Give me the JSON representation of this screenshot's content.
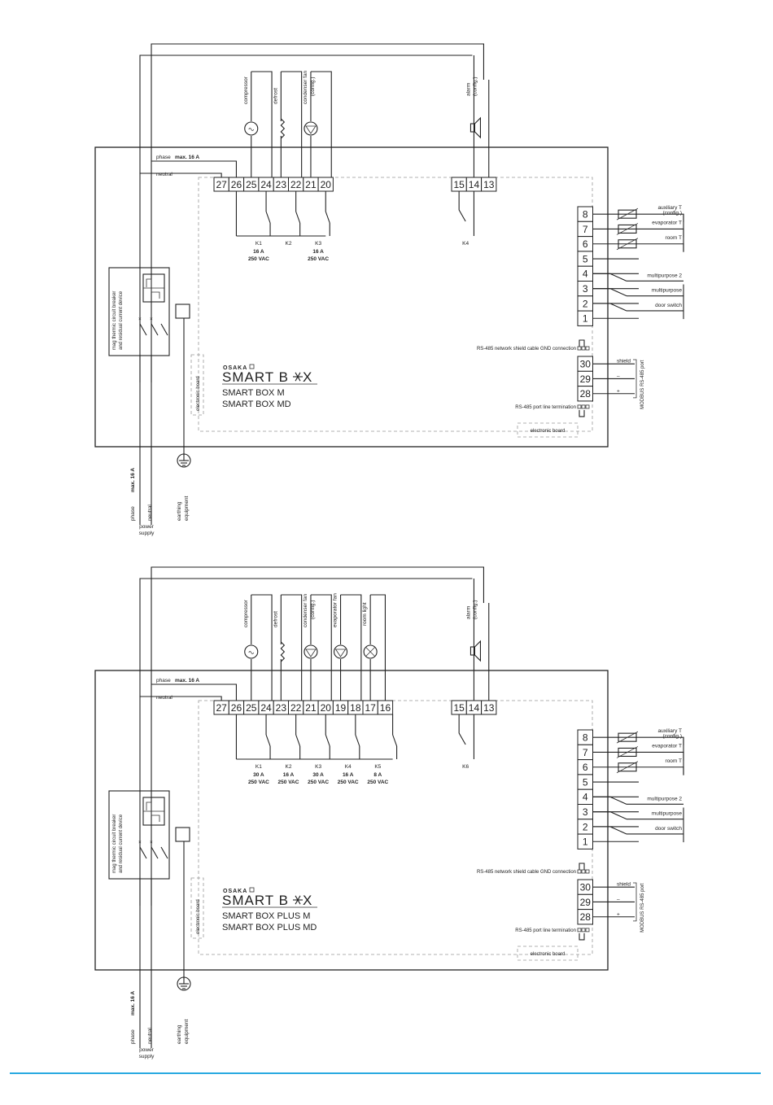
{
  "colors": {
    "accent": "#29a9e1",
    "line": "#222222"
  },
  "diagrams": [
    {
      "model_lines": [
        "SMART BOX M",
        "SMART BOX MD"
      ],
      "logo_top": "OSAKA",
      "logo_main": "SMART B",
      "logo_end": "X",
      "phase_label": "phase",
      "phase_max": "max. 16 A",
      "neutral_label": "neutral",
      "loads": [
        {
          "label": "compressor",
          "sub": "",
          "symbol": "motor"
        },
        {
          "label": "defrost",
          "sub": "",
          "symbol": "resistor"
        },
        {
          "label": "condenser fan",
          "sub": "(config.)",
          "symbol": "fan"
        }
      ],
      "alarm_label": "alarm",
      "alarm_sub": "(config.)",
      "top_terminals": [
        "27",
        "26",
        "25",
        "24",
        "23",
        "22",
        "21",
        "20",
        "15",
        "14",
        "13"
      ],
      "relays": [
        {
          "name": "K1",
          "amps": "16 A",
          "volts": "250 VAC"
        },
        {
          "name": "K2",
          "amps": "",
          "volts": ""
        },
        {
          "name": "K3",
          "amps": "16 A",
          "volts": "250 VAC"
        }
      ],
      "alarm_relay": "K4",
      "right_terminals": [
        "8",
        "7",
        "6",
        "5",
        "4",
        "3",
        "2",
        "1"
      ],
      "sensors": [
        {
          "label": "auxiliary T",
          "sub": "(config.)"
        },
        {
          "label": "evaporator T",
          "sub": ""
        },
        {
          "label": "room T",
          "sub": ""
        }
      ],
      "inputs": [
        "multipurpose 2",
        "multipurpose",
        "door switch"
      ],
      "rs485_gnd": "RS-485 network shield cable GND connection",
      "rs485_term": "RS-485 port line termination",
      "rs_terminals": [
        "30",
        "29",
        "28"
      ],
      "rs_signals": [
        "shield",
        "–",
        "+"
      ],
      "modbus": "MODBUS RS-485 port",
      "breaker": [
        "mag thermic circuit breaker",
        "and residual current device"
      ],
      "electronic_board": "electronic board",
      "supply_labels": [
        "phase",
        "neutral"
      ],
      "supply_max": "max. 16 A",
      "power_supply": [
        "power",
        "supply"
      ],
      "earthing": [
        "earthing",
        "equipment"
      ]
    },
    {
      "model_lines": [
        "SMART BOX PLUS M",
        "SMART BOX PLUS MD"
      ],
      "logo_top": "OSAKA",
      "logo_main": "SMART B",
      "logo_end": "X",
      "phase_label": "phase",
      "phase_max": "max. 16 A",
      "neutral_label": "neutral",
      "loads": [
        {
          "label": "compressor",
          "sub": "",
          "symbol": "motor"
        },
        {
          "label": "defrost",
          "sub": "",
          "symbol": "resistor"
        },
        {
          "label": "condenser fan",
          "sub": "(config.)",
          "symbol": "fan"
        },
        {
          "label": "evaporator fan",
          "sub": "",
          "symbol": "fan"
        },
        {
          "label": "room light",
          "sub": "",
          "symbol": "lamp"
        }
      ],
      "alarm_label": "alarm",
      "alarm_sub": "(config.)",
      "top_terminals": [
        "27",
        "26",
        "25",
        "24",
        "23",
        "22",
        "21",
        "20",
        "19",
        "18",
        "17",
        "16",
        "15",
        "14",
        "13"
      ],
      "relays": [
        {
          "name": "K1",
          "amps": "30 A",
          "volts": "250 VAC"
        },
        {
          "name": "K2",
          "amps": "16 A",
          "volts": "250 VAC"
        },
        {
          "name": "K3",
          "amps": "30 A",
          "volts": "250 VAC"
        },
        {
          "name": "K4",
          "amps": "16 A",
          "volts": "250 VAC"
        },
        {
          "name": "K5",
          "amps": "8 A",
          "volts": "250 VAC"
        }
      ],
      "alarm_relay": "K6",
      "right_terminals": [
        "8",
        "7",
        "6",
        "5",
        "4",
        "3",
        "2",
        "1"
      ],
      "sensors": [
        {
          "label": "auxiliary T",
          "sub": "(config.)"
        },
        {
          "label": "evaporator T",
          "sub": ""
        },
        {
          "label": "room T",
          "sub": ""
        }
      ],
      "inputs": [
        "multipurpose 2",
        "multipurpose",
        "door switch"
      ],
      "rs485_gnd": "RS-485 network shield cable GND connection",
      "rs485_term": "RS-485 port line termination",
      "rs_terminals": [
        "30",
        "29",
        "28"
      ],
      "rs_signals": [
        "shield",
        "–",
        "+"
      ],
      "modbus": "MODBUS RS-485 port",
      "breaker": [
        "mag thermic circuit breaker",
        "and residual current device"
      ],
      "electronic_board": "electronic board",
      "supply_labels": [
        "phase",
        "neutral"
      ],
      "supply_max": "max. 16 A",
      "power_supply": [
        "power",
        "supply"
      ],
      "earthing": [
        "earthing",
        "equipment"
      ]
    }
  ]
}
